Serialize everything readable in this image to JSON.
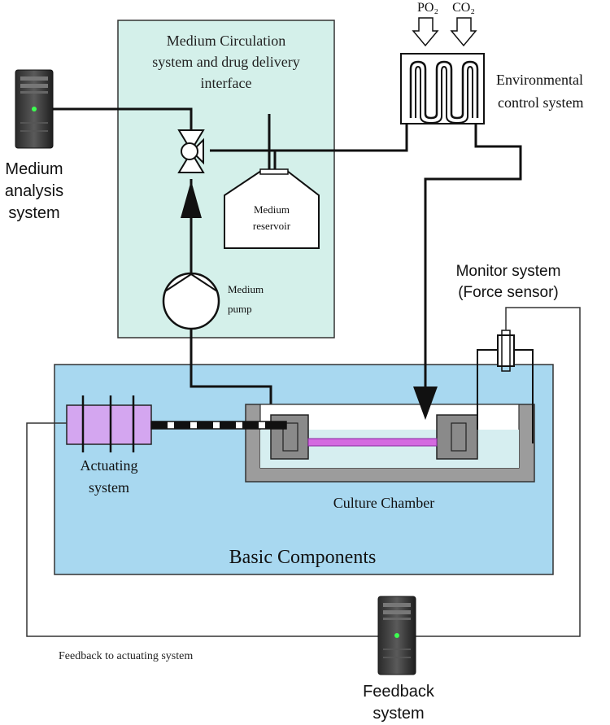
{
  "medium_circulation": {
    "title_line1": "Medium Circulation",
    "title_line2": "system and drug delivery",
    "title_line3": "interface",
    "reservoir_line1": "Medium",
    "reservoir_line2": "reservoir",
    "pump_line1": "Medium",
    "pump_line2": "pump"
  },
  "medium_analysis": {
    "line1": "Medium",
    "line2": "analysis",
    "line3": "system"
  },
  "environmental": {
    "line1": "Environmental",
    "line2": "control system",
    "gas1": "PO₂",
    "gas2": "CO₂"
  },
  "monitor": {
    "line1": "Monitor system",
    "line2": "(Force sensor)"
  },
  "actuating": {
    "line1": "Actuating",
    "line2": "system"
  },
  "culture_chamber": {
    "label": "Culture Chamber"
  },
  "basic_components": {
    "label": "Basic Components"
  },
  "feedback": {
    "arrow_label": "Feedback to actuating system",
    "line1": "Feedback",
    "line2": "system"
  },
  "colors": {
    "circulation_panel": "#d4f0ea",
    "basic_panel": "#a8d8f0",
    "actuator": "#d4a6f0",
    "sample": "#d46ae0",
    "medium_liquid": "#d6eef0",
    "chamber_wall": "#9c9c9c",
    "grip": "#8a8a8a"
  }
}
